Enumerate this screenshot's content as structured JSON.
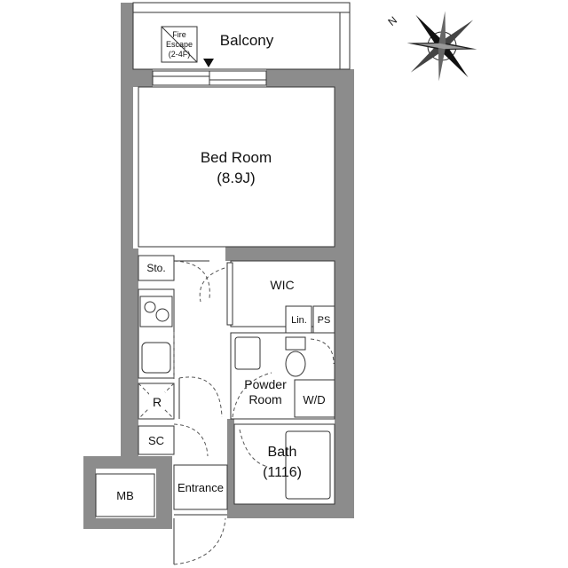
{
  "rooms": {
    "balcony": "Balcony",
    "fire_escape": [
      "Fire",
      "Escape",
      "(2-4F)"
    ],
    "bedroom": "Bed Room",
    "bedroom_size": "(8.9J)",
    "storage": "Sto.",
    "wic": "WIC",
    "linen": "Lin.",
    "ps": "PS",
    "powder_room": [
      "Powder",
      "Room"
    ],
    "washer_dryer": "W/D",
    "refrigerator": "R",
    "shoe_closet": "SC",
    "bath": "Bath",
    "bath_size": "(1116)",
    "entrance": "Entrance",
    "meter_box": "MB"
  },
  "compass": {
    "north_letter": "N"
  },
  "colors": {
    "wall": "#8c8c8c",
    "line": "#333333"
  }
}
